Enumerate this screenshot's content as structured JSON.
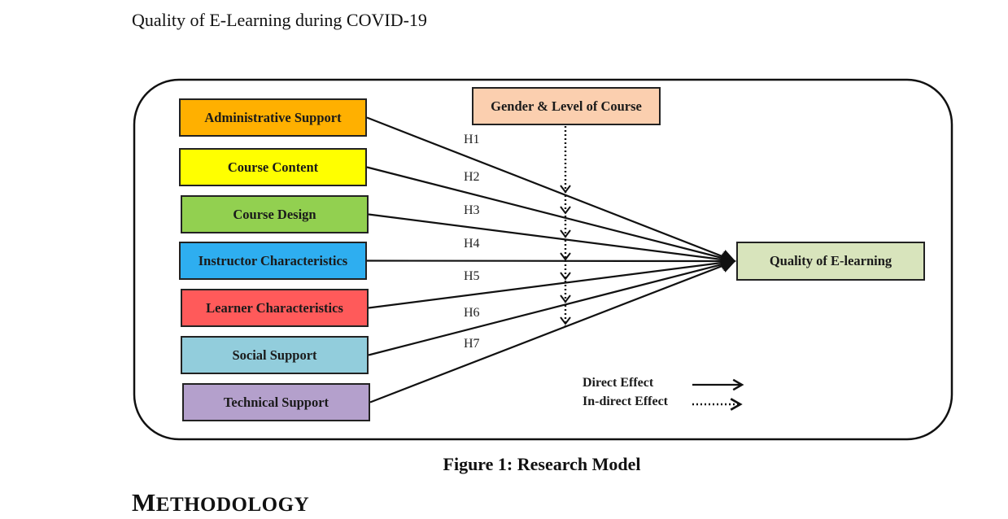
{
  "running_head": "Quality of  E-Learning during COVID-19",
  "figure": {
    "predictors": [
      {
        "label": "Administrative Support",
        "color": "#FFB000"
      },
      {
        "label": "Course Content",
        "color": "#FFFF00"
      },
      {
        "label": "Course Design",
        "color": "#92D050"
      },
      {
        "label": "Instructor Characteristics",
        "color": "#2EAEF0"
      },
      {
        "label": "Learner Characteristics",
        "color": "#FF5A5A"
      },
      {
        "label": "Social Support",
        "color": "#92CDDC"
      },
      {
        "label": "Technical Support",
        "color": "#B4A0CC"
      }
    ],
    "moderator": {
      "label": "Gender & Level of Course",
      "color": "#FBCFAF"
    },
    "outcome": {
      "label": "Quality of E-learning",
      "color": "#D8E4BC"
    },
    "hypotheses": [
      "H1",
      "H2",
      "H3",
      "H4",
      "H5",
      "H6",
      "H7"
    ],
    "legend": {
      "direct": "Direct Effect",
      "indirect": "In-direct Effect"
    }
  },
  "caption": "Figure 1: Research Model",
  "section_heading": {
    "first": "M",
    "rest": "ETHODOLOGY"
  }
}
